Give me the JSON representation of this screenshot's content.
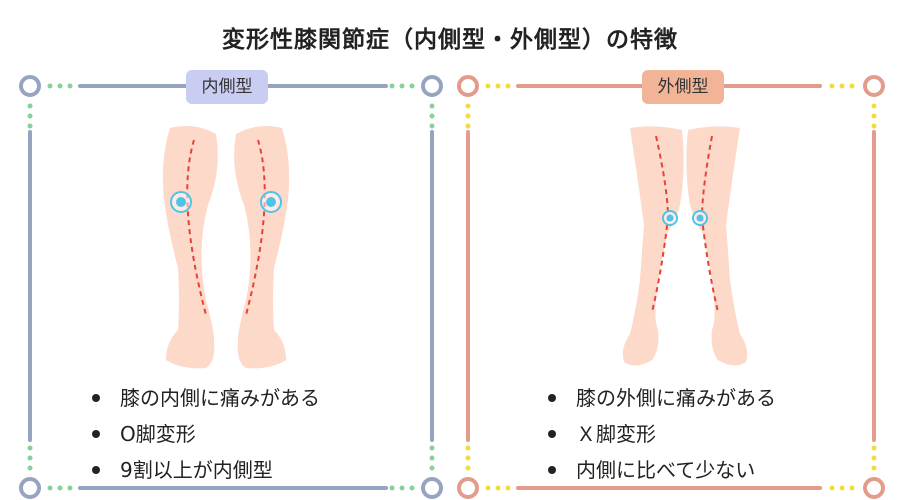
{
  "title": "変形性膝関節症（内側型・外側型）の特徴",
  "panels": [
    {
      "label": "内側型",
      "leg_shape": "O-legs",
      "frame_color": "#97a4bf",
      "dot_color": "#86d19a",
      "features": [
        "膝の内側に痛みがある",
        "O脚変形",
        "9割以上が内側型"
      ]
    },
    {
      "label": "外側型",
      "leg_shape": "X-legs",
      "frame_color": "#e39c8b",
      "dot_color": "#f2dc3a",
      "features": [
        "膝の外側に痛みがある",
        "Ｘ脚変形",
        "内側に比べて少ない"
      ]
    }
  ],
  "colors": {
    "skin": "#fcd9c8",
    "axis_line": "#e8413b",
    "knee_marker": "#4fc3ea"
  }
}
